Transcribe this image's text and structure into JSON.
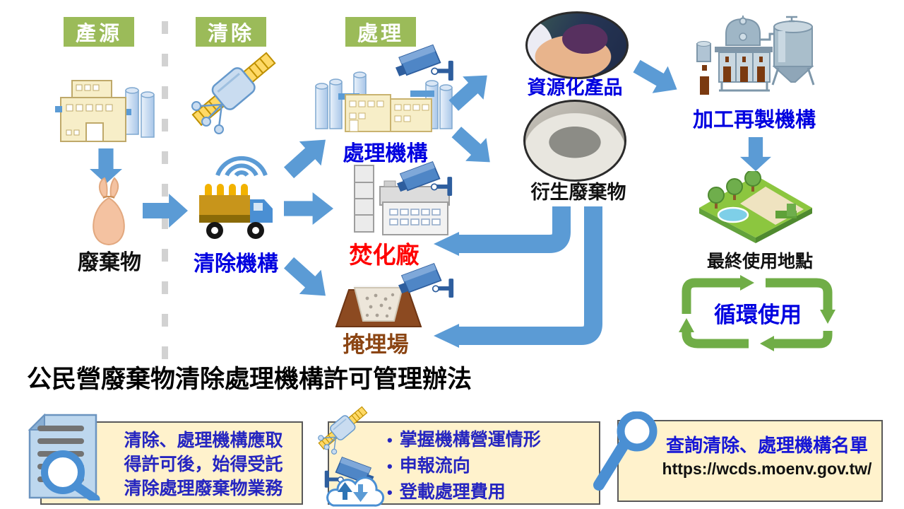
{
  "stages": {
    "source": "產源",
    "collection": "清除",
    "treatment": "處理"
  },
  "nodes": {
    "waste": "廢棄物",
    "collection_org": "清除機構",
    "treatment_org": "處理機構",
    "incinerator": "焚化廠",
    "landfill": "掩埋場",
    "recycled_product": "資源化產品",
    "derived_waste": "衍生廢棄物",
    "reprocessing_org": "加工再製機構",
    "final_use_site": "最終使用地點",
    "circular_use": "循環使用"
  },
  "title": "公民營廢棄物清除處理機構許可管理辦法",
  "boxes": {
    "permit": {
      "lines": [
        "清除、處理機構應取",
        "得許可後，始得受託",
        "清除處理廢棄物業務"
      ]
    },
    "monitor": {
      "bullet_char": "•",
      "bullets": [
        "掌握機構營運情形",
        "申報流向",
        "登載處理費用"
      ]
    },
    "lookup": {
      "line1": "查詢清除、處理機構名單",
      "url": "https://wcds.moenv.gov.tw/"
    }
  },
  "colors": {
    "arrow_blue": "#5B9BD5",
    "badge_green": "#9BBB59",
    "recycle_green": "#70AD47",
    "label_blue": "#0000E0",
    "box_text_blue": "#2626C0",
    "incinerator_red": "#FF0000",
    "landfill_brown": "#8B4513",
    "box_bg": "#FFF2CC"
  }
}
